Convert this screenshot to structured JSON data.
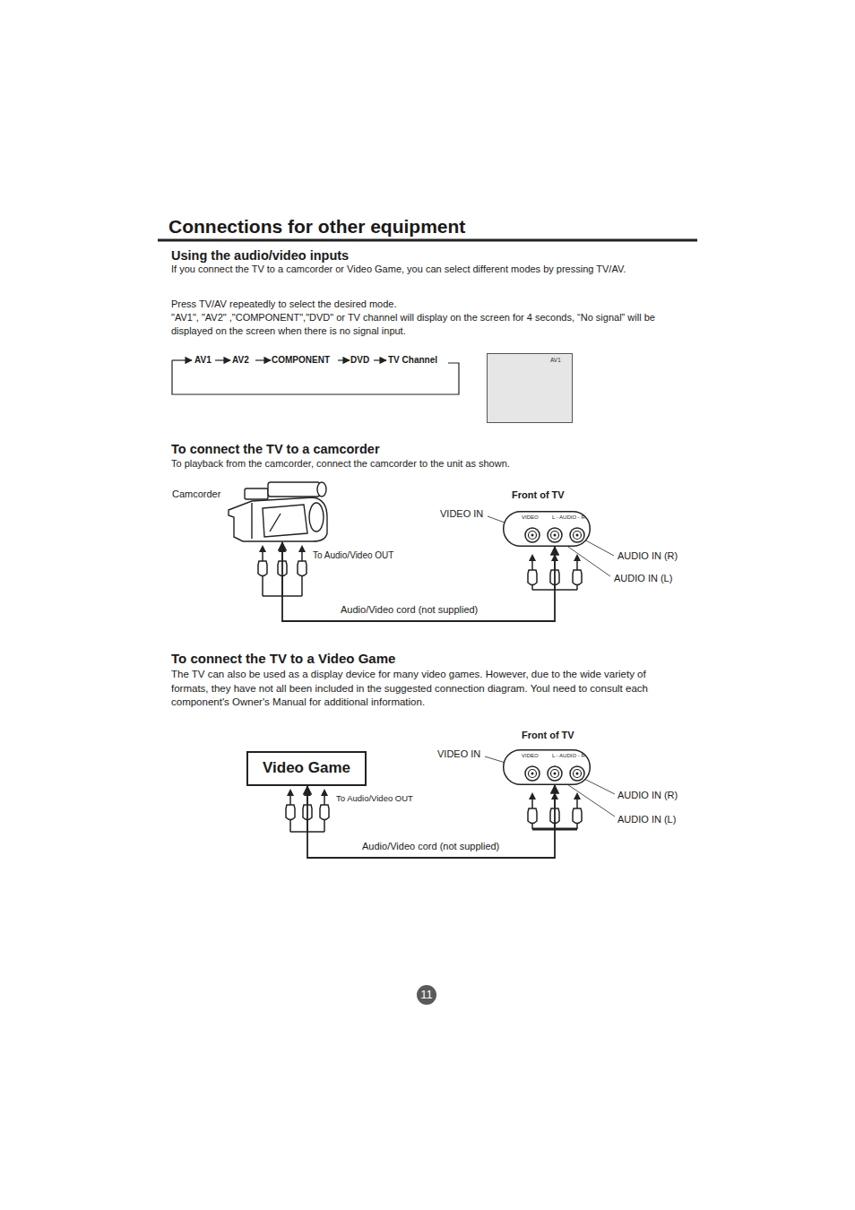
{
  "diagram": {
    "title": "Connections for other equipment",
    "nodes": [
      {
        "text": [
          "AV1"
        ]
      },
      {
        "text": [
          "Camcorder"
        ]
      },
      {
        "text": [
          "Front of TV",
          "VIDEO",
          "L - AUDIO - R"
        ]
      },
      {
        "text": [
          "Video Game"
        ]
      },
      {
        "text": [
          "Front of TV",
          "VIDEO",
          "L - AUDIO - R"
        ]
      },
      {
        "text": [
          "11"
        ]
      }
    ],
    "edges": [
      {
        "from": 1,
        "to": 2,
        "arrow": "both",
        "label": "Audio/Video cord (not supplied)"
      },
      {
        "from": 3,
        "to": 4,
        "arrow": "both",
        "label": "Audio/Video cord (not supplied)"
      }
    ],
    "labels": [
      "Using the audio/video inputs",
      "If you connect the TV to a camcorder or Video Game, you can select different modes by pressing TV/AV.",
      "Press TV/AV repeatedly to select the desired mode.",
      "\"AV1\", \"AV2\" ,\"COMPONENT\",\"DVD\" or TV channel will display on the screen for 4 seconds, “No signal” will be displayed on the screen when there is no signal input.",
      "AV1",
      "AV2",
      "COMPONENT",
      "DVD",
      "TV Channel",
      "To connect the TV to a camcorder",
      "To playback from the camcorder, connect the camcorder to the unit as shown.",
      "To Audio/Video OUT",
      "VIDEO IN",
      "AUDIO IN (R)",
      "AUDIO IN (L)",
      "To connect the TV to a Video Game",
      "The TV can also be used as a display device for many video games. However, due to the wide variety of formats, they have not all been included in the suggested connection diagram. Youl need to consult each component's Owner's Manual for additional information.",
      "To Audio/Video OUT",
      "VIDEO IN",
      "AUDIO IN (R)",
      "AUDIO IN (L)"
    ]
  }
}
